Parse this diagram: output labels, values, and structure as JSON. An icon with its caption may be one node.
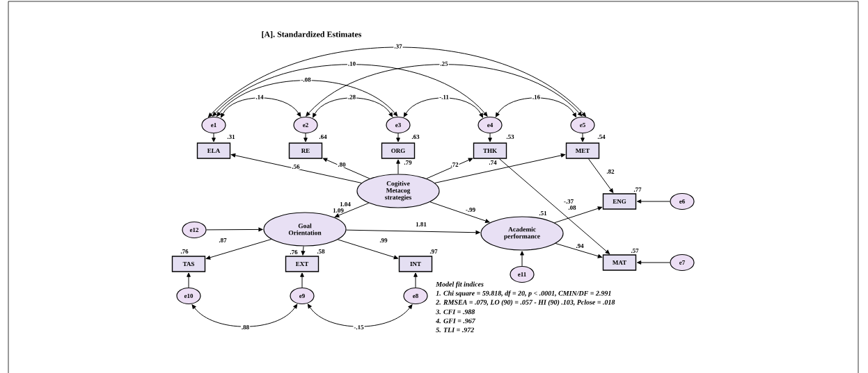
{
  "diagram": {
    "title": "[A]. Standardized Estimates",
    "nodes": [
      {
        "text": [
          "e1"
        ]
      },
      {
        "text": [
          "e2"
        ]
      },
      {
        "text": [
          "e3"
        ]
      },
      {
        "text": [
          "e4"
        ]
      },
      {
        "text": [
          "e5"
        ]
      },
      {
        "text": [
          "ELA"
        ],
        "beside": [
          ".31"
        ]
      },
      {
        "text": [
          "RE"
        ],
        "beside": [
          ".64"
        ]
      },
      {
        "text": [
          "ORG"
        ],
        "beside": [
          ".63"
        ]
      },
      {
        "text": [
          "THK"
        ],
        "beside": [
          ".53"
        ]
      },
      {
        "text": [
          "MET"
        ],
        "beside": [
          ".54"
        ]
      },
      {
        "text": [
          "Cogitive Metacog strategies"
        ]
      },
      {
        "text": [
          "ENG"
        ],
        "beside": [
          ".77"
        ]
      },
      {
        "text": [
          "e6"
        ]
      },
      {
        "text": [
          "Goal Orientation"
        ],
        "beside": [
          "1.09"
        ]
      },
      {
        "text": [
          "e12"
        ]
      },
      {
        "text": [
          "Academic performance"
        ],
        "beside": [
          ".51"
        ]
      },
      {
        "text": [
          "TAS"
        ],
        "beside": [
          ".76"
        ]
      },
      {
        "text": [
          "EXT"
        ],
        "beside": [
          ".58"
        ]
      },
      {
        "text": [
          "INT"
        ],
        "beside": [
          ".97"
        ]
      },
      {
        "text": [
          "MAT"
        ],
        "beside": [
          ".57"
        ]
      },
      {
        "text": [
          "e7"
        ]
      },
      {
        "text": [
          "e11"
        ]
      },
      {
        "text": [
          "e10"
        ]
      },
      {
        "text": [
          "e9"
        ]
      },
      {
        "text": [
          "e8"
        ]
      }
    ],
    "edges": [
      {
        "from": 0,
        "to": 1,
        "arrow": "both",
        "label": ".14"
      },
      {
        "from": 0,
        "to": 2,
        "arrow": "both",
        "label": "-.08"
      },
      {
        "from": 0,
        "to": 3,
        "arrow": "both",
        "label": ".10"
      },
      {
        "from": 0,
        "to": 4,
        "arrow": "both",
        "label": ".37"
      },
      {
        "from": 1,
        "to": 2,
        "arrow": "both",
        "label": ".28"
      },
      {
        "from": 1,
        "to": 4,
        "arrow": "both",
        "label": ".25"
      },
      {
        "from": 2,
        "to": 3,
        "arrow": "both",
        "label": "-.11"
      },
      {
        "from": 3,
        "to": 4,
        "arrow": "both",
        "label": ".16"
      },
      {
        "from": 0,
        "to": 5,
        "arrow": "to"
      },
      {
        "from": 1,
        "to": 6,
        "arrow": "to"
      },
      {
        "from": 2,
        "to": 7,
        "arrow": "to"
      },
      {
        "from": 3,
        "to": 8,
        "arrow": "to"
      },
      {
        "from": 4,
        "to": 9,
        "arrow": "to"
      },
      {
        "from": 10,
        "to": 5,
        "arrow": "to",
        "label": ".56"
      },
      {
        "from": 10,
        "to": 6,
        "arrow": "to",
        "label": ".80"
      },
      {
        "from": 10,
        "to": 7,
        "arrow": "to",
        "label": ".79"
      },
      {
        "from": 10,
        "to": 8,
        "arrow": "to",
        "label": ".72"
      },
      {
        "from": 10,
        "to": 9,
        "arrow": "to",
        "label": ".74"
      },
      {
        "from": 10,
        "to": 13,
        "arrow": "to",
        "label": "1.04"
      },
      {
        "from": 10,
        "to": 15,
        "arrow": "to",
        "label": "-.99"
      },
      {
        "from": 13,
        "to": 15,
        "arrow": "to",
        "label": "1.81"
      },
      {
        "from": 9,
        "to": 11,
        "arrow": "to",
        "label": ".82"
      },
      {
        "from": 8,
        "to": 19,
        "arrow": "to",
        "label": "-.37"
      },
      {
        "from": 15,
        "to": 11,
        "arrow": "to",
        "label": ".08"
      },
      {
        "from": 15,
        "to": 19,
        "arrow": "to",
        "label": ".94"
      },
      {
        "from": 12,
        "to": 11,
        "arrow": "to"
      },
      {
        "from": 20,
        "to": 19,
        "arrow": "to"
      },
      {
        "from": 14,
        "to": 13,
        "arrow": "to"
      },
      {
        "from": 21,
        "to": 15,
        "arrow": "to"
      },
      {
        "from": 13,
        "to": 16,
        "arrow": "to",
        "label": ".87"
      },
      {
        "from": 13,
        "to": 17,
        "arrow": "to",
        "label": ".76"
      },
      {
        "from": 13,
        "to": 18,
        "arrow": "to",
        "label": ".99"
      },
      {
        "from": 22,
        "to": 16,
        "arrow": "to"
      },
      {
        "from": 23,
        "to": 17,
        "arrow": "to"
      },
      {
        "from": 24,
        "to": 18,
        "arrow": "to"
      },
      {
        "from": 22,
        "to": 23,
        "arrow": "both",
        "label": ".88"
      },
      {
        "from": 23,
        "to": 24,
        "arrow": "both",
        "label": "-.15"
      }
    ],
    "labels": [
      "Model fit indices",
      "1. Chi square = 59.818, df = 20, p < .0001, CMIN/DF = 2.991",
      "2. RMSEA = .079, LO (90) = .057 - HI (90) .103, Pclose = .018",
      "3. CFI = .988",
      "4. GFI = .967",
      "5. TLI = .972"
    ]
  }
}
